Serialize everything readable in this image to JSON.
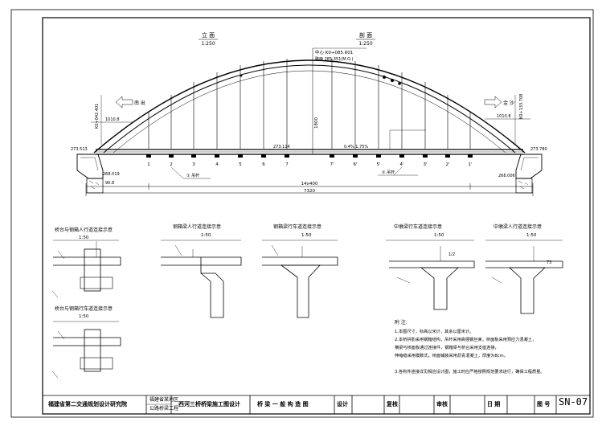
{
  "elevation": {
    "left_title": "立 面",
    "left_scale": "1:250",
    "right_title": "剖 面",
    "right_scale": "1:250",
    "crown_station": "中心 K0+085.601",
    "crown_note": "路面 285.351(M.O.)",
    "left_station": "K0+042.401",
    "right_station": "K0+133.708",
    "left_dir": "南 出",
    "right_dir": "金 沙",
    "left_span": "1010.8",
    "right_span": "1010.8",
    "left_level": "273.513",
    "right_level": "273.780",
    "deck_level": "273.114",
    "slope_note": "0.4%  1.75%",
    "rise": "1800",
    "left_found": "268.019",
    "right_found": "268.006",
    "pier_dim_left": "90.8",
    "span_inner": "14x400",
    "span_total": "7320",
    "hanger_numbers": [
      "1",
      "2",
      "3",
      "4",
      "5",
      "6",
      "7",
      "7'",
      "6'",
      "5'",
      "4'",
      "3'",
      "2'",
      "1'"
    ],
    "left_hanger_label": "① 吊杆",
    "right_hanger_label": "② 吊杆"
  },
  "details": {
    "d1_title": "桥台与钢箱人行道连接示意",
    "d1_scale": "1:50",
    "d2_title": "钢箱梁人行道连接示意",
    "d2_scale": "1:50",
    "d3_title": "钢箱梁行车道连接示意",
    "d3_scale": "1:50",
    "d4_title": "中墩梁行车道连接示意",
    "d4_scale": "1:50",
    "d5_title": "中墩梁人行道连接示意",
    "d5_scale": "1:50",
    "d6_title": "桥台与钢箱行车道连接示意",
    "d6_scale": "1:50",
    "dim_a": "1/2",
    "dim_b": "73"
  },
  "notes": {
    "heading": "附 注:",
    "lines": [
      "1.本图尺寸，标高以米计，其余以厘米计。",
      "2.本桥拱肋采用钢箱结构，吊杆采用高强钢丝束，桥面板采用预应力混凝土，",
      "  横梁与桥面板通过连接件，钢箱梁与桥台采用支座连接，",
      "  伸缩缝采用模数式，桥面铺装采用沥青混凝土，厚度为8cm。",
      "3.各构件连接详见相应设计图，施工时应严格按照规范要求进行，确保工程质量。"
    ]
  },
  "title_block": {
    "org": "福建省第二交通规划设计研究院",
    "project_a": "福建省某地区",
    "project_b": "公路桥梁工程",
    "design_name": "西河三桥桥梁施工图设计",
    "drawing_title": "桥 梁 一 般 构 造 图",
    "design_label": "设计",
    "review_label": "复核",
    "approve_label": "审核",
    "date_label": "日 期",
    "sheet_label": "图 号",
    "sheet_no": "SN-07"
  }
}
